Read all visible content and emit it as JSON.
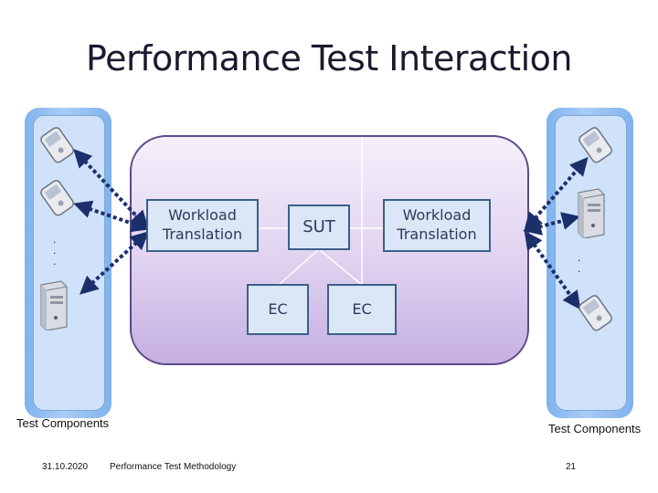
{
  "title": "Performance Test Interaction",
  "left_group": {
    "label": "Test Components"
  },
  "right_group": {
    "label": "Test Components"
  },
  "boxes": {
    "workload_left": "Workload\nTranslation",
    "sut": "SUT",
    "workload_right": "Workload\nTranslation",
    "ec_left": "EC",
    "ec_right": "EC"
  },
  "icons": {
    "left": [
      "phone-icon",
      "phone-icon",
      "server-icon"
    ],
    "right": [
      "phone-icon",
      "server-icon",
      "phone-icon"
    ]
  },
  "footer": {
    "date": "31.10.2020",
    "subject": "Performance Test Methodology",
    "page": "21"
  }
}
